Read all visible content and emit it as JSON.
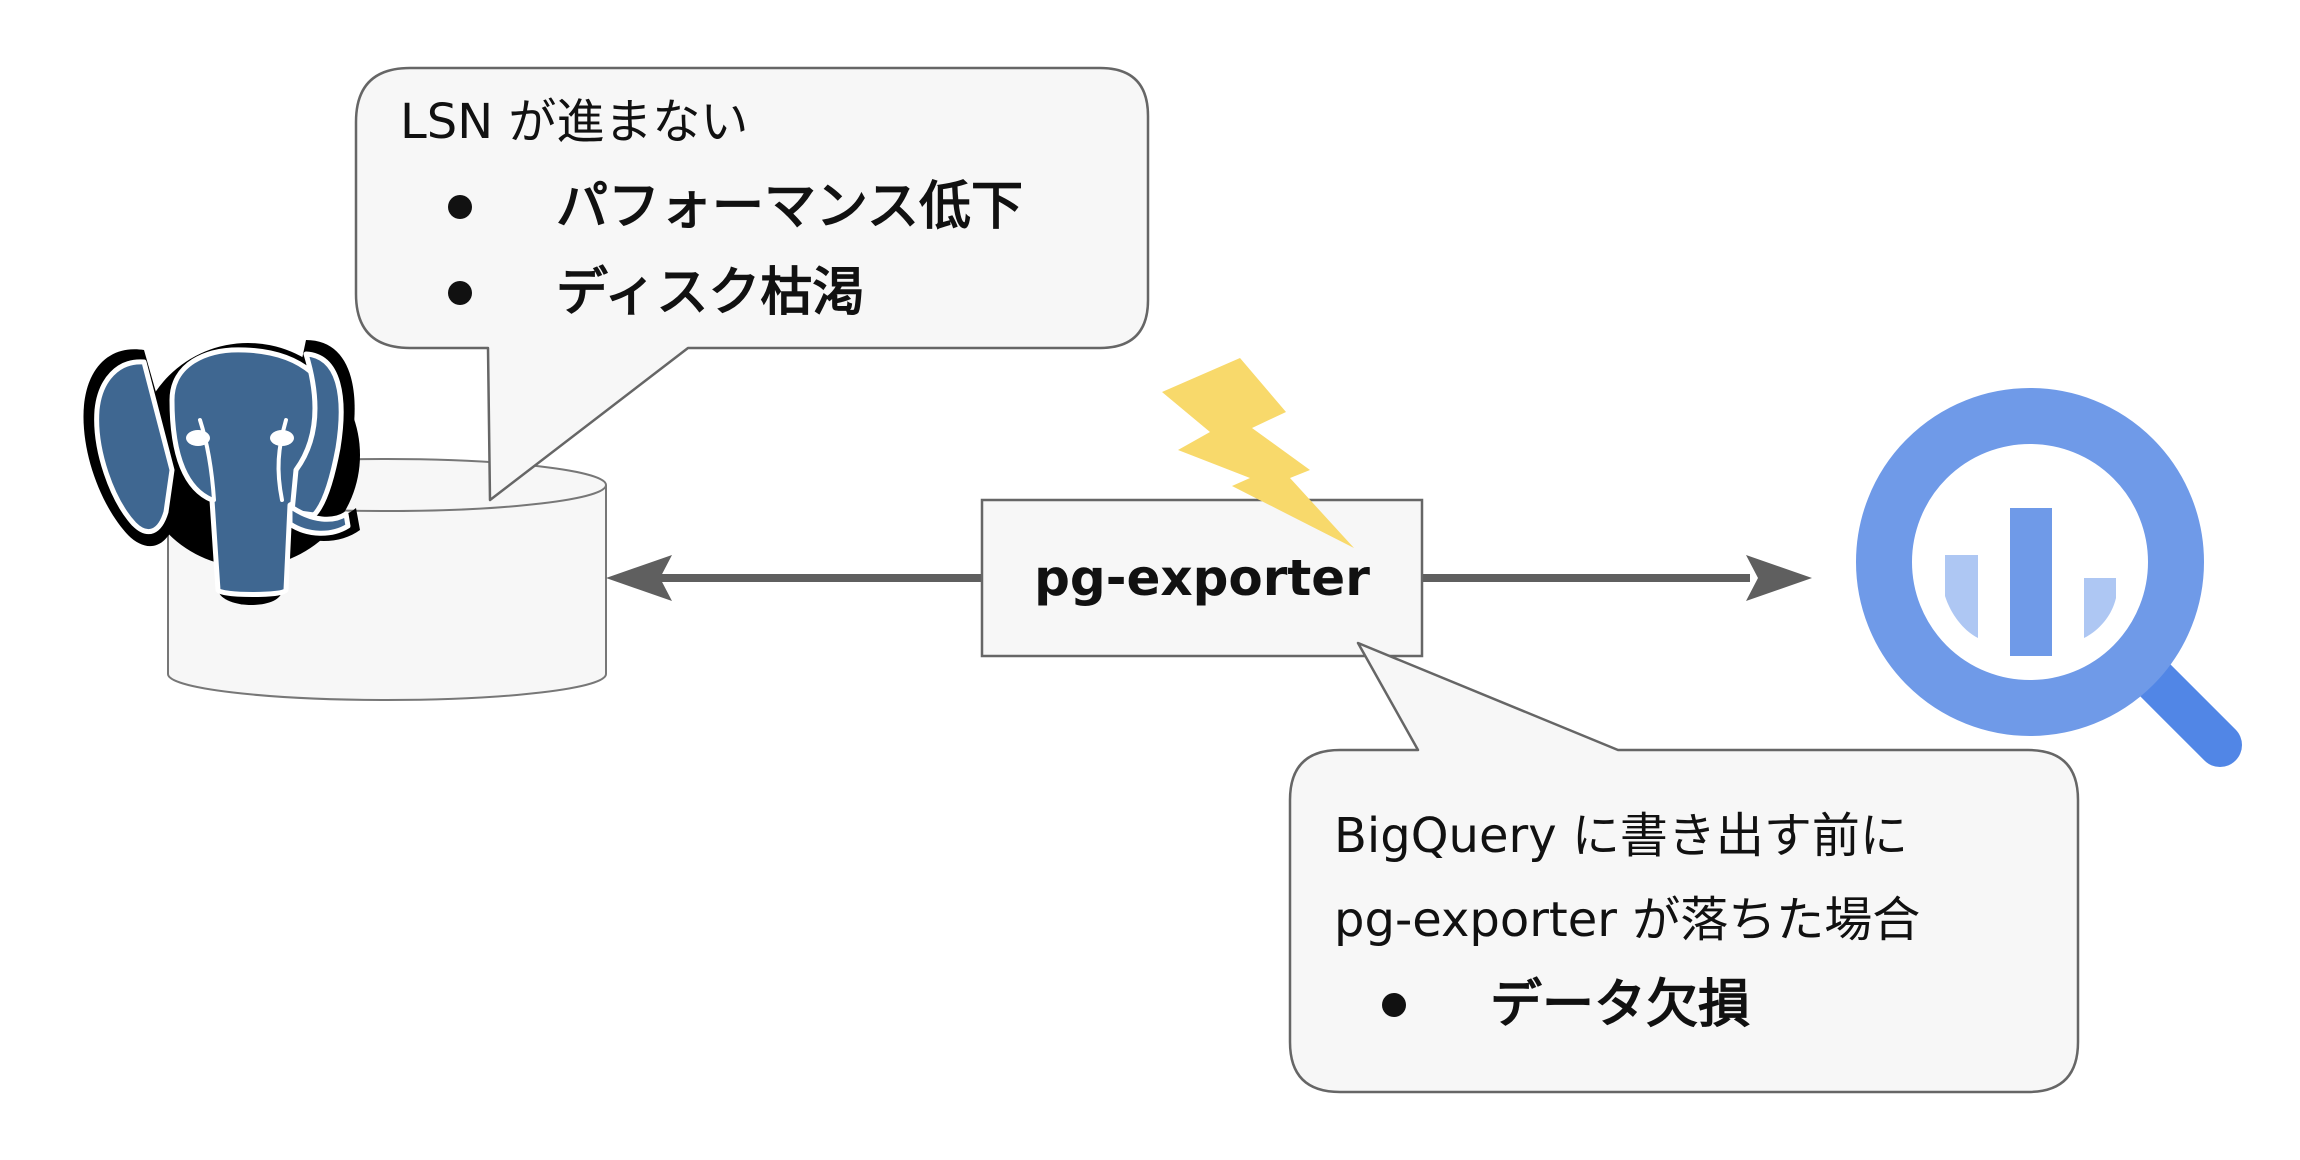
{
  "postgres_callout": {
    "heading": "LSN が進まない",
    "items": [
      "パフォーマンス低下",
      "ディスク枯渇"
    ]
  },
  "exporter": {
    "label": "pg-exporter"
  },
  "bigquery_callout": {
    "lines": [
      "BigQuery に書き出す前に",
      "pg-exporter が落ちた場合"
    ],
    "items": [
      "データ欠損"
    ]
  },
  "icons": {
    "database": "database-cylinder-icon",
    "postgres": "postgresql-elephant-icon",
    "failure": "lightning-bolt-icon",
    "bigquery": "bigquery-magnifier-icon"
  },
  "colors": {
    "postgres_blue": "#3f6791",
    "bolt_yellow": "#f8d96b",
    "bigquery_ring": "#6f9ae8",
    "bigquery_bar_light": "#aec7f3",
    "bigquery_handle": "#5186e6",
    "arrow_gray": "#5f5f5f",
    "callout_fill": "#f7f7f7",
    "callout_stroke": "#666666"
  }
}
